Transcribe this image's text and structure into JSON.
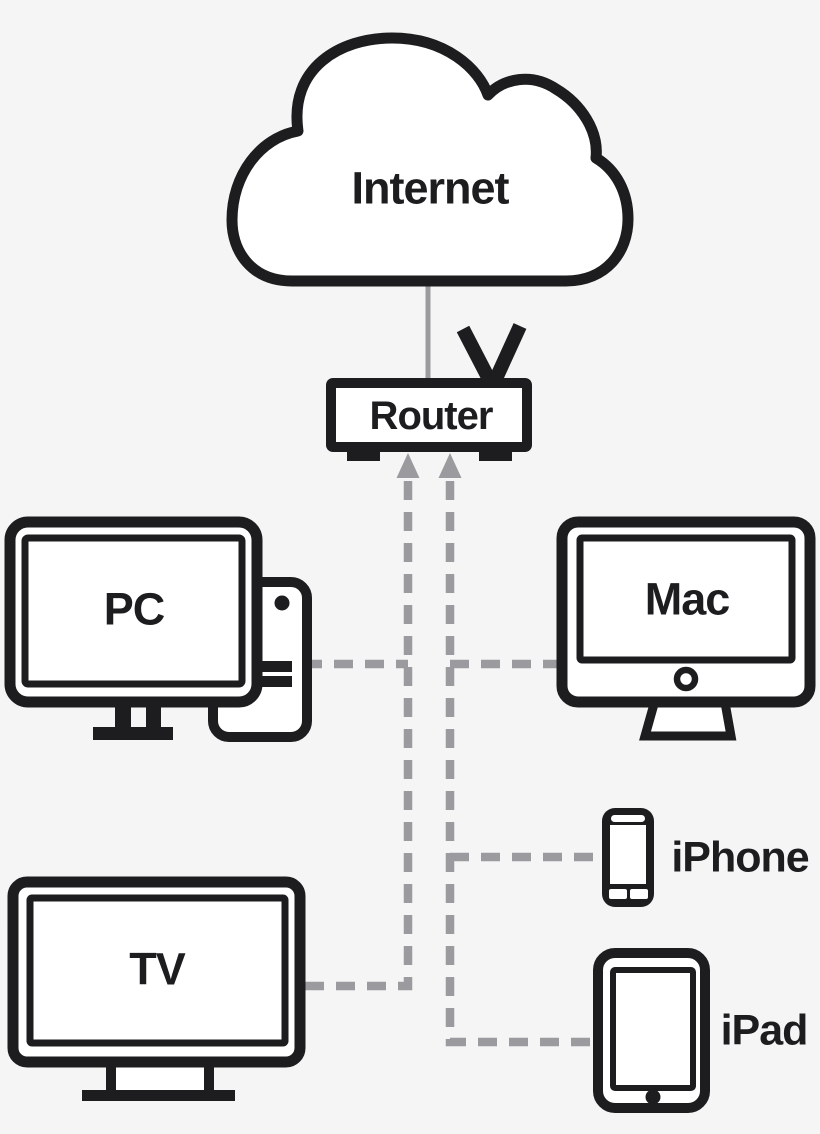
{
  "colors": {
    "background": "#f5f5f6",
    "ink": "#1d1d1f",
    "paper": "#ffffff",
    "connector": "#9b9b9f"
  },
  "nodes": {
    "internet": {
      "label": "Internet",
      "type": "cloud"
    },
    "router": {
      "label": "Router",
      "type": "router"
    },
    "pc": {
      "label": "PC",
      "type": "desktop-computer"
    },
    "mac": {
      "label": "Mac",
      "type": "imac"
    },
    "tv": {
      "label": "TV",
      "type": "television"
    },
    "iphone": {
      "label": "iPhone",
      "type": "smartphone"
    },
    "ipad": {
      "label": "iPad",
      "type": "tablet"
    }
  },
  "connections": [
    {
      "from": "internet",
      "to": "router",
      "style": "solid",
      "arrow": "none"
    },
    {
      "from": "pc",
      "to": "router",
      "style": "dashed",
      "arrow": "router"
    },
    {
      "from": "mac",
      "to": "router",
      "style": "dashed",
      "arrow": "router"
    },
    {
      "from": "tv",
      "to": "router",
      "style": "dashed",
      "arrow": "router"
    },
    {
      "from": "iphone",
      "to": "router",
      "style": "dashed",
      "arrow": "router"
    },
    {
      "from": "ipad",
      "to": "router",
      "style": "dashed",
      "arrow": "router"
    }
  ]
}
